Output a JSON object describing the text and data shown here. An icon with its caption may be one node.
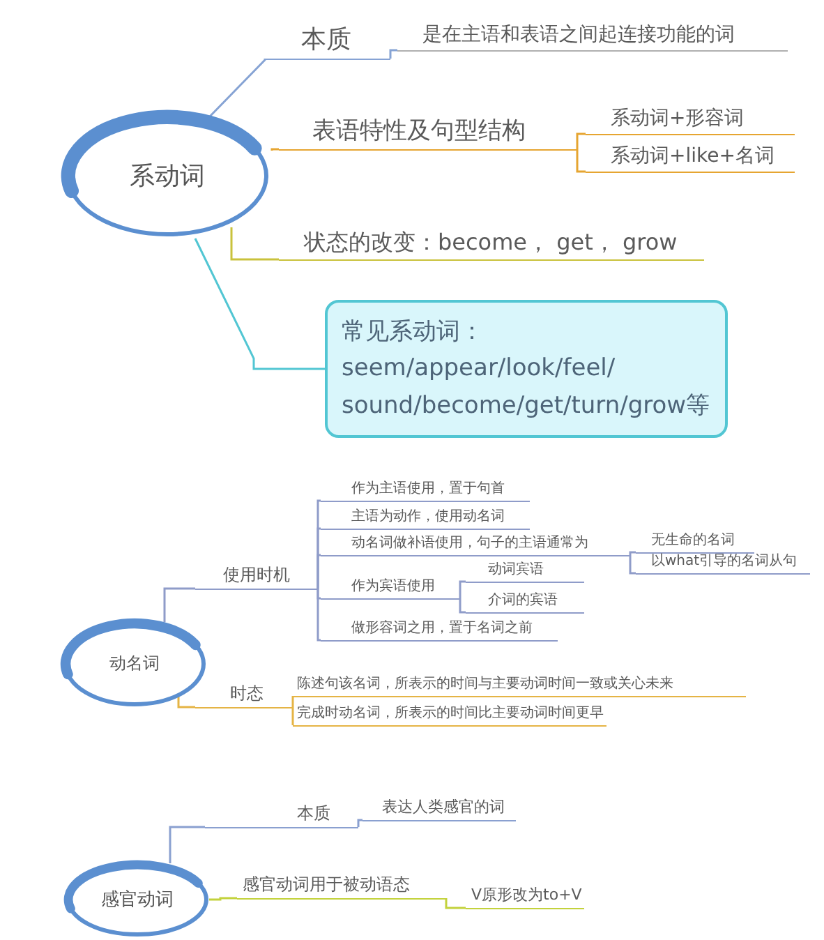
{
  "diagram": {
    "nodes": [
      {
        "text": [
          "系动词"
        ]
      },
      {
        "text": [
          "本质"
        ]
      },
      {
        "text": [
          "是在主语和表语之间起连接功能的词"
        ]
      },
      {
        "text": [
          "表语特性及句型结构"
        ]
      },
      {
        "text": [
          "系动词+形容词"
        ]
      },
      {
        "text": [
          "系动词+like+名词"
        ]
      },
      {
        "text": [
          "状态的改变：become， get， grow"
        ]
      },
      {
        "text": [
          "常见系动词：",
          "seem/appear/look/feel/ sound/become/get/turn/grow等"
        ]
      },
      {
        "text": [
          "动名词"
        ]
      },
      {
        "text": [
          "使用时机"
        ]
      },
      {
        "text": [
          "作为主语使用，置于句首"
        ]
      },
      {
        "text": [
          "主语为动作，使用动名词"
        ]
      },
      {
        "text": [
          "动名词做补语使用，句子的主语通常为"
        ]
      },
      {
        "text": [
          "无生命的名词"
        ]
      },
      {
        "text": [
          "以what引导的名词从句"
        ]
      },
      {
        "text": [
          "作为宾语使用"
        ]
      },
      {
        "text": [
          "动词宾语"
        ]
      },
      {
        "text": [
          "介词的宾语"
        ]
      },
      {
        "text": [
          "做形容词之用，置于名词之前"
        ]
      },
      {
        "text": [
          "时态"
        ]
      },
      {
        "text": [
          "陈述句该名词，所表示的时间与主要动词时间一致或关心未来"
        ]
      },
      {
        "text": [
          "完成时动名词，所表示的时间比主要动词时间更早"
        ]
      },
      {
        "text": [
          "感官动词"
        ]
      },
      {
        "text": [
          "本质"
        ]
      },
      {
        "text": [
          "表达人类感官的词"
        ]
      },
      {
        "text": [
          "感官动词用于被动语态"
        ]
      },
      {
        "text": [
          "V原形改为to+V"
        ]
      }
    ],
    "edges": [
      {
        "from": 0,
        "to": 1,
        "arrow": "none",
        "color": "#86a3d4"
      },
      {
        "from": 1,
        "to": 2,
        "arrow": "none",
        "color": "#86a3d4"
      },
      {
        "from": 0,
        "to": 3,
        "arrow": "none",
        "color": "#e6a531"
      },
      {
        "from": 3,
        "to": 4,
        "arrow": "none",
        "color": "#e6a531"
      },
      {
        "from": 3,
        "to": 5,
        "arrow": "none",
        "color": "#e6a531"
      },
      {
        "from": 0,
        "to": 6,
        "arrow": "none",
        "color": "#c9c23c"
      },
      {
        "from": 0,
        "to": 7,
        "arrow": "none",
        "color": "#52c6d3"
      },
      {
        "from": 8,
        "to": 9,
        "arrow": "none",
        "color": "#8f9cc9"
      },
      {
        "from": 9,
        "to": 10,
        "arrow": "none",
        "color": "#8f9cc9"
      },
      {
        "from": 9,
        "to": 11,
        "arrow": "none",
        "color": "#8f9cc9"
      },
      {
        "from": 9,
        "to": 12,
        "arrow": "none",
        "color": "#8f9cc9"
      },
      {
        "from": 12,
        "to": 13,
        "arrow": "none",
        "color": "#8f9cc9"
      },
      {
        "from": 12,
        "to": 14,
        "arrow": "none",
        "color": "#8f9cc9"
      },
      {
        "from": 9,
        "to": 15,
        "arrow": "none",
        "color": "#8f9cc9"
      },
      {
        "from": 15,
        "to": 16,
        "arrow": "none",
        "color": "#8f9cc9"
      },
      {
        "from": 15,
        "to": 17,
        "arrow": "none",
        "color": "#8f9cc9"
      },
      {
        "from": 9,
        "to": 18,
        "arrow": "none",
        "color": "#8f9cc9"
      },
      {
        "from": 8,
        "to": 19,
        "arrow": "none",
        "color": "#e5b445"
      },
      {
        "from": 19,
        "to": 20,
        "arrow": "none",
        "color": "#e5b445"
      },
      {
        "from": 19,
        "to": 21,
        "arrow": "none",
        "color": "#e5b445"
      },
      {
        "from": 22,
        "to": 23,
        "arrow": "none",
        "color": "#8aa0d0"
      },
      {
        "from": 23,
        "to": 24,
        "arrow": "none",
        "color": "#8aa0d0"
      },
      {
        "from": 22,
        "to": 25,
        "arrow": "none",
        "color": "#c3d23c"
      },
      {
        "from": 25,
        "to": 26,
        "arrow": "none",
        "color": "#c3d23c"
      }
    ]
  }
}
